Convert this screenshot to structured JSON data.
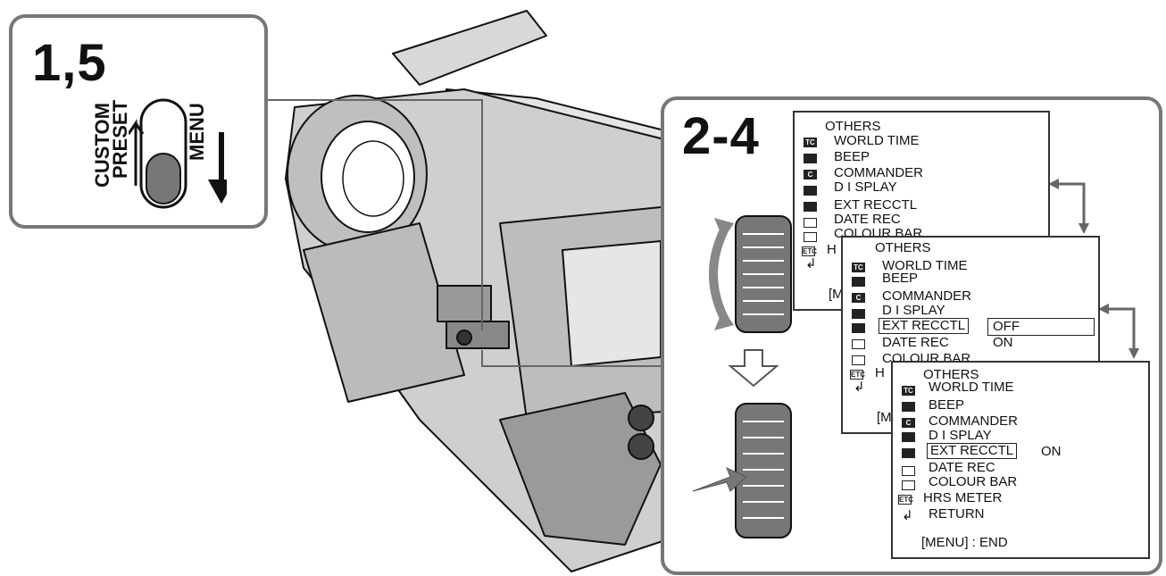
{
  "steps": {
    "left": "1,5",
    "right": "2-4"
  },
  "switch_labels": {
    "custom": "CUSTOM",
    "preset": "PRESET",
    "menu": "MENU"
  },
  "menu1": {
    "title": "OTHERS",
    "items": [
      "WORLD TIME",
      "BEEP",
      "COMMANDER",
      "D I SPLAY",
      "EXT RECCTL",
      "DATE REC",
      "COLOUR BAR",
      "H"
    ],
    "return_glyph": "↲",
    "footer": "[M"
  },
  "menu2": {
    "title": "OTHERS",
    "items": [
      "WORLD TIME",
      "BEEP",
      "COMMANDER",
      "D I SPLAY",
      "EXT RECCTL",
      "DATE REC",
      "COLOUR BAR",
      "H"
    ],
    "options": [
      "OFF",
      "ON"
    ],
    "return_glyph": "↲",
    "footer": "[M"
  },
  "menu3": {
    "title": "OTHERS",
    "items": [
      "WORLD TIME",
      "BEEP",
      "COMMANDER",
      "D I SPLAY",
      "EXT RECCTL",
      "DATE REC",
      "COLOUR BAR",
      "HRS METER"
    ],
    "selected_value": "ON",
    "return_label": "RETURN",
    "footer": "[MENU] : END"
  },
  "icons": [
    "TC",
    "BEEP",
    "C",
    "DISP",
    "EXT",
    "DATE",
    "BAR",
    "ETC"
  ]
}
